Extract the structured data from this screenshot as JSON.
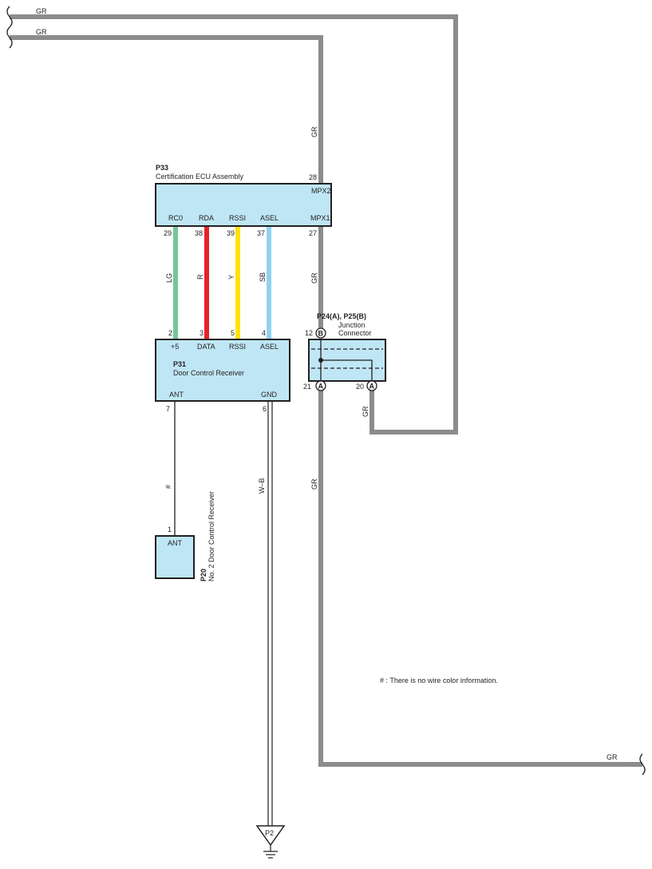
{
  "colors": {
    "box_fill": "#bfe6f5",
    "wire_gr": "#8c8c8c",
    "wire_lg": "#76c69a",
    "wire_r": "#e3232b",
    "wire_y": "#ffe200",
    "wire_sb": "#8fd2f0",
    "line": "#231f20"
  },
  "wires": {
    "top1": "GR",
    "top2": "GR",
    "vertical_upper": "GR",
    "vertical_mid": "GR",
    "vertical_lower": "GR",
    "junction_out": "GR",
    "bottom": "GR",
    "rco": "LG",
    "rda": "R",
    "rssi": "Y",
    "asel": "SB",
    "ant": "#",
    "gnd": "W–B"
  },
  "p33": {
    "id": "P33",
    "name": "Certification ECU Assembly",
    "pin_top": "28",
    "mpx2": "MPX2",
    "mpx1": "MPX1",
    "rco": "RC0",
    "rda": "RDA",
    "rssi": "RSSI",
    "asel": "ASEL",
    "pin_rco": "29",
    "pin_rda": "38",
    "pin_rssi": "39",
    "pin_asel": "37",
    "pin_mpx1": "27"
  },
  "p31": {
    "id": "P31",
    "name": "Door Control Receiver",
    "pin_p5": "2",
    "pin_data": "3",
    "pin_rssi": "5",
    "pin_asel": "4",
    "p5": "+5",
    "data": "DATA",
    "rssi": "RSSI",
    "asel": "ASEL",
    "ant": "ANT",
    "gnd": "GND",
    "pin_ant": "7",
    "pin_gnd": "6"
  },
  "junction": {
    "id": "P24(A), P25(B)",
    "name_line1": "Junction",
    "name_line2": "Connector",
    "pin_12": "12",
    "pin_21": "21",
    "pin_20": "20",
    "tag_b": "B",
    "tag_a1": "A",
    "tag_a2": "A"
  },
  "p20": {
    "id": "P20",
    "name": "No. 2 Door Control Receiver",
    "pin": "1",
    "ant": "ANT"
  },
  "ground": {
    "label": "P2"
  },
  "note": "# : There is no wire color information."
}
